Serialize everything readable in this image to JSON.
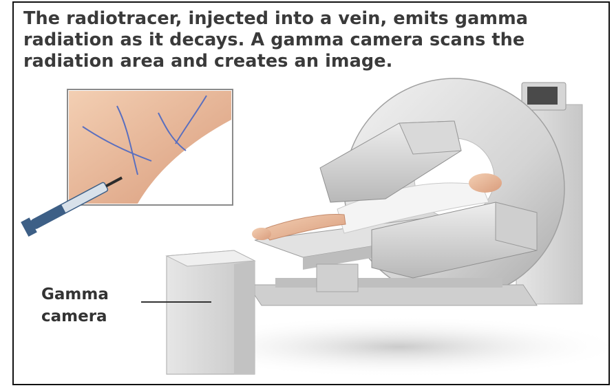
{
  "caption": {
    "line1": "The radiotracer, injected into a vein, emits gamma",
    "line2": "radiation as it decays. A gamma camera scans the",
    "line3": "radiation area and creates an image."
  },
  "callout": {
    "line1": "Gamma",
    "line2": "camera"
  },
  "colors": {
    "text": "#3a3a3a",
    "machine": "#d9d9d9",
    "skin": "#e9b89a",
    "vein": "#5a6fbf",
    "syringe": "#3d5f86"
  }
}
